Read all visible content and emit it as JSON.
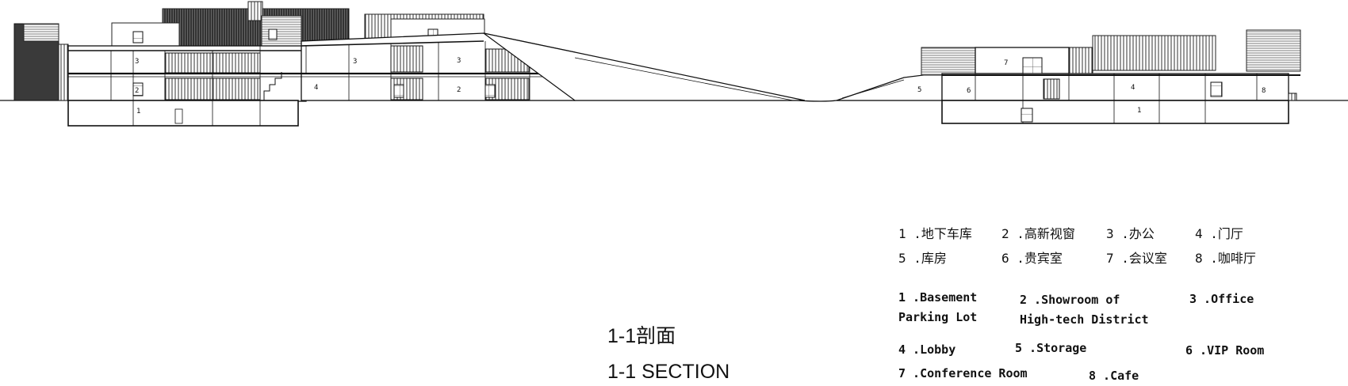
{
  "title_cn": "1-1剖面",
  "title_en": "1-1 SECTION",
  "legend_cn": [
    {
      "text": "1 .地下车库"
    },
    {
      "text": "2 .高新视窗"
    },
    {
      "text": "3 .办公"
    },
    {
      "text": "4 .门厅"
    },
    {
      "text": "5 .库房"
    },
    {
      "text": "6 .贵宾室"
    },
    {
      "text": "7 .会议室"
    },
    {
      "text": "8 .咖啡厅"
    }
  ],
  "legend_en": [
    {
      "line1": "1 .Basement",
      "line2": "Parking Lot"
    },
    {
      "line1": "2 .Showroom of",
      "line2": "High-tech District"
    },
    {
      "line1": "3 .Office",
      "line2": ""
    },
    {
      "line1": "4 .Lobby",
      "line2": ""
    },
    {
      "line1": "5 .Storage",
      "line2": ""
    },
    {
      "line1": "6 .VIP Room",
      "line2": ""
    },
    {
      "line1": "7 .Conference Room",
      "line2": ""
    },
    {
      "line1": "8 .Cafe",
      "line2": ""
    }
  ],
  "room_numbers": {
    "west_basement": "1",
    "west_showroom_left": "2",
    "west_office_left": "3",
    "west_office_mid": "3",
    "west_lobby": "4",
    "west_office_right": "3",
    "west_showroom_right": "2",
    "east_storage": "5",
    "east_vip": "6",
    "east_conference": "7",
    "east_lobby": "4",
    "east_cafe": "8",
    "east_basement": "1"
  }
}
